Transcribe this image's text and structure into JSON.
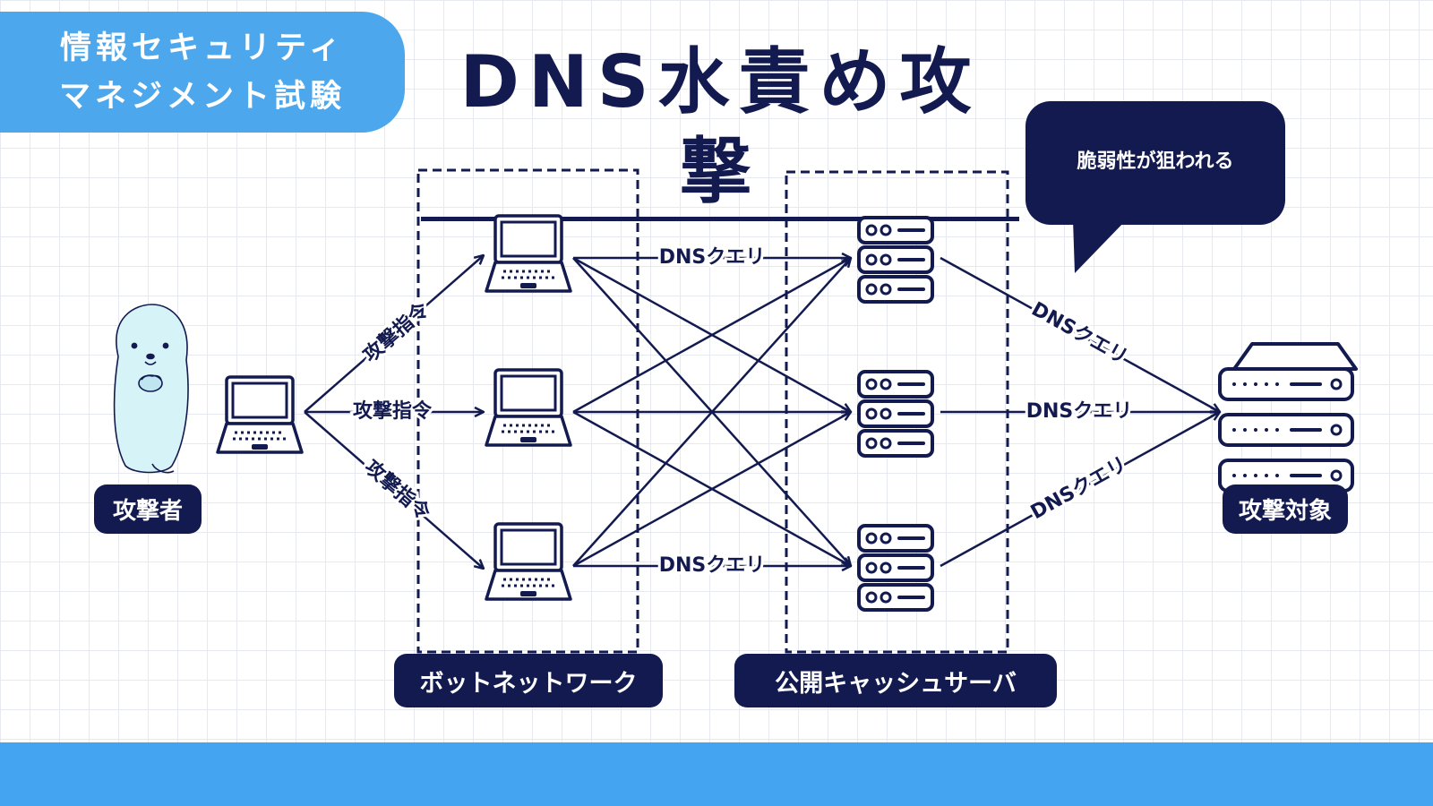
{
  "header": {
    "badge_line1": "情報セキュリティ",
    "badge_line2": "マネジメント試験",
    "title": "DNS水責め攻撃"
  },
  "callout": {
    "text": "脆弱性が狙われる"
  },
  "nodes": {
    "attacker_label": "攻撃者",
    "botnet_label": "ボットネットワーク",
    "cache_servers_label": "公開キャッシュサーバ",
    "target_label": "攻撃対象"
  },
  "edges": {
    "command_top": "攻撃指令",
    "command_mid": "攻撃指令",
    "command_bot": "攻撃指令",
    "query_bot_top": "DNSクエリ",
    "query_bot_bottom": "DNSクエリ",
    "query_srv_top": "DNSクエリ",
    "query_srv_mid": "DNSクエリ",
    "query_srv_bottom": "DNSクエリ"
  },
  "icons": [
    "seal-mascot-icon",
    "laptop-icon",
    "server-rack-icon",
    "target-server-icon"
  ],
  "colors": {
    "navy": "#121a4f",
    "blue": "#44a4f2",
    "seal": "#d6f3f7"
  }
}
